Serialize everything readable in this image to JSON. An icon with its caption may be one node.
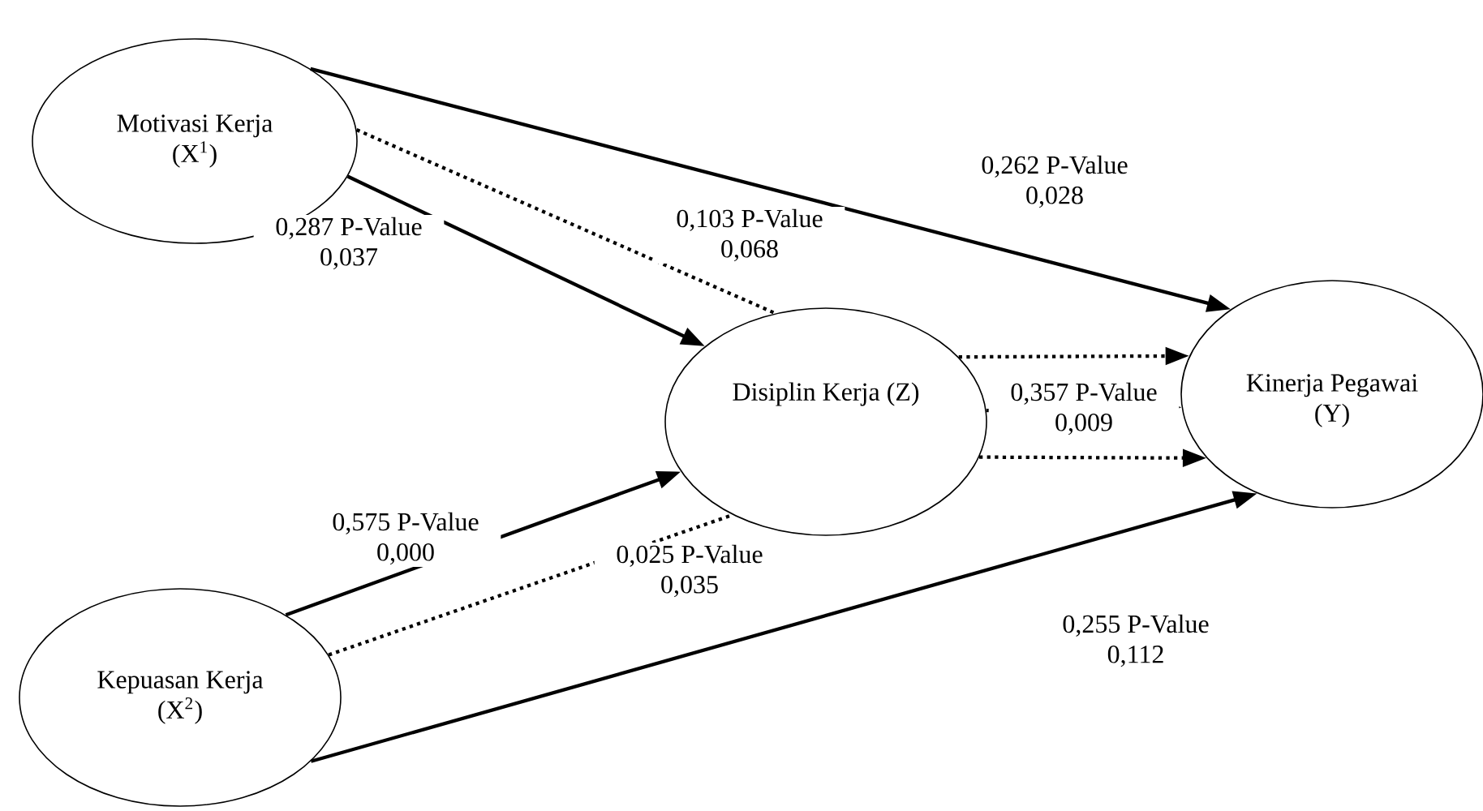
{
  "diagram": {
    "nodes": [
      {
        "text": [
          "Motivasi Kerja (X$^{1}$)"
        ]
      },
      {
        "text": [
          "Disiplin Kerja (Z)"
        ]
      },
      {
        "text": [
          "Kinerja Pegawai (Y)"
        ]
      },
      {
        "text": [
          "Kepuasan Kerja (X$^{2}$)"
        ]
      }
    ],
    "edges": [
      {
        "from": 0,
        "to": 2,
        "arrow": "to",
        "label": "0,262 P-Value 0,028"
      },
      {
        "from": 0,
        "to": 1,
        "arrow": "to",
        "label": "0,287 P-Value 0,037"
      },
      {
        "from": 0,
        "to": 1,
        "arrow": "none",
        "style": "dashed",
        "label": "0,103 P-Value 0,068"
      },
      {
        "from": 1,
        "to": 2,
        "arrow": "to",
        "style": "dashed"
      },
      {
        "from": 1,
        "to": 2,
        "arrow": "to",
        "label": "0,357 P-Value 0,009"
      },
      {
        "from": 1,
        "to": 2,
        "arrow": "to",
        "style": "dashed"
      },
      {
        "from": 3,
        "to": 1,
        "arrow": "to",
        "label": "0,575 P-Value 0,000"
      },
      {
        "from": 3,
        "to": 1,
        "arrow": "none",
        "style": "dashed",
        "label": "0,025 P-Value 0,035"
      },
      {
        "from": 3,
        "to": 2,
        "arrow": "to",
        "label": "0,255 P-Value 0,112"
      }
    ]
  }
}
